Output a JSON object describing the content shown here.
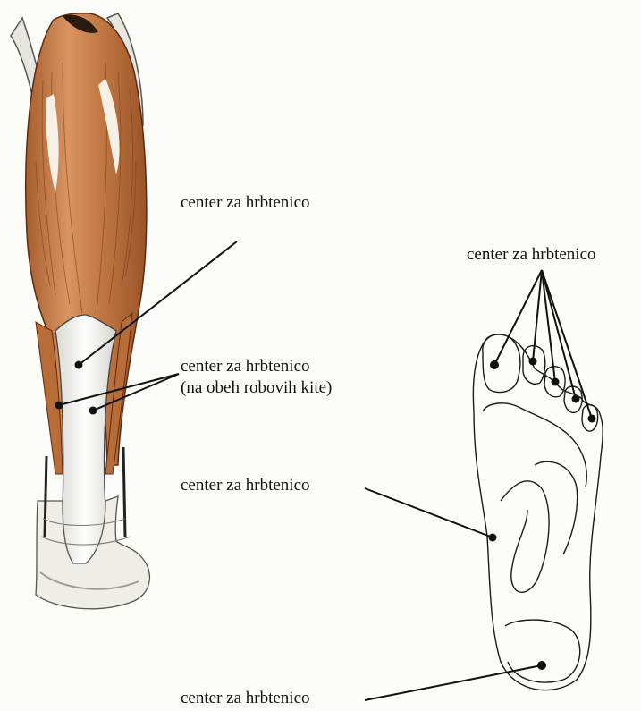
{
  "labels": {
    "calf_upper": "center za hrbtenico",
    "calf_tendon": "center za hrbtenico",
    "calf_tendon_sub": "(na obeh robovih kite)",
    "toes": "center za hrbtenico",
    "arch": "center za hrbtenico",
    "heel": "center za hrbtenico"
  },
  "colors": {
    "muscle": "#c8834e",
    "muscle_dark": "#8a4a22",
    "tendon": "#efeee9",
    "outline": "#1a1a1a",
    "skin_bg": "#fcfcf8"
  }
}
